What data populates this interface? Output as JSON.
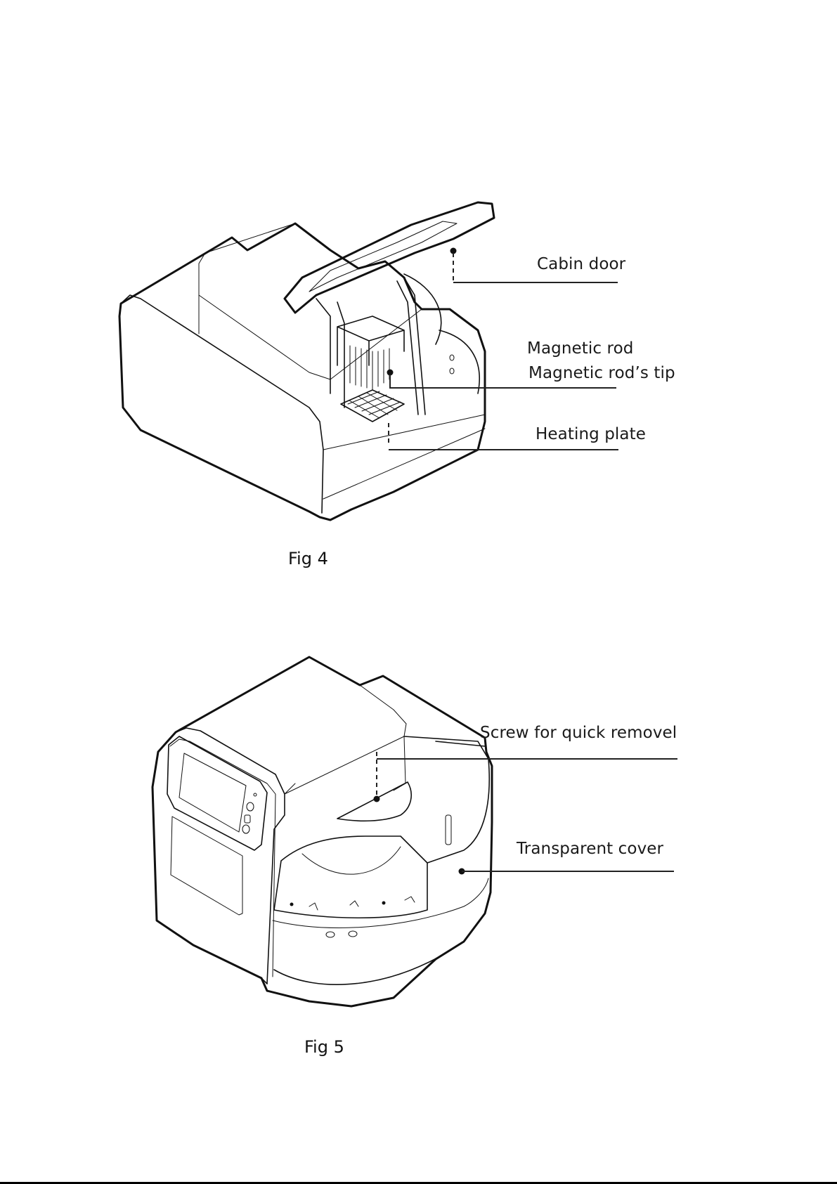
{
  "document": {
    "figures": [
      {
        "id": "fig4",
        "caption": "Fig 4",
        "subject": "instrument with cabin door open",
        "callouts": [
          {
            "label": "Cabin door",
            "leader": "dashed"
          },
          {
            "label": "Magnetic rod",
            "leader": "none"
          },
          {
            "label": "Magnetic rod’s tip",
            "leader": "solid"
          },
          {
            "label": "Heating plate",
            "leader": "dashed"
          }
        ]
      },
      {
        "id": "fig5",
        "caption": "Fig 5",
        "subject": "instrument front view with touch screen and buttons",
        "callouts": [
          {
            "label": "Screw for quick removel",
            "leader": "dashed"
          },
          {
            "label": "Transparent cover",
            "leader": "solid"
          }
        ]
      }
    ]
  }
}
